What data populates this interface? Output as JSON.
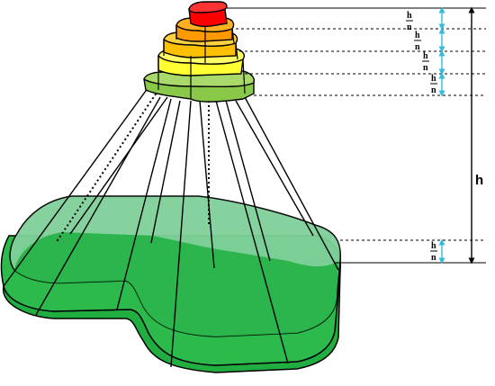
{
  "diagram": {
    "height_label": "h",
    "fraction": {
      "numerator": "h",
      "denominator": "n"
    },
    "layer_count": 5,
    "colors": {
      "base_top": "#7fd09a",
      "base_side": "#1fae3f",
      "layer_1": "#8ac84a",
      "layer_2": "#ffff33",
      "layer_3": "#ffc000",
      "layer_4": "#ff9900",
      "apex": "#ff0000",
      "arrow": "#33bbdd"
    }
  }
}
